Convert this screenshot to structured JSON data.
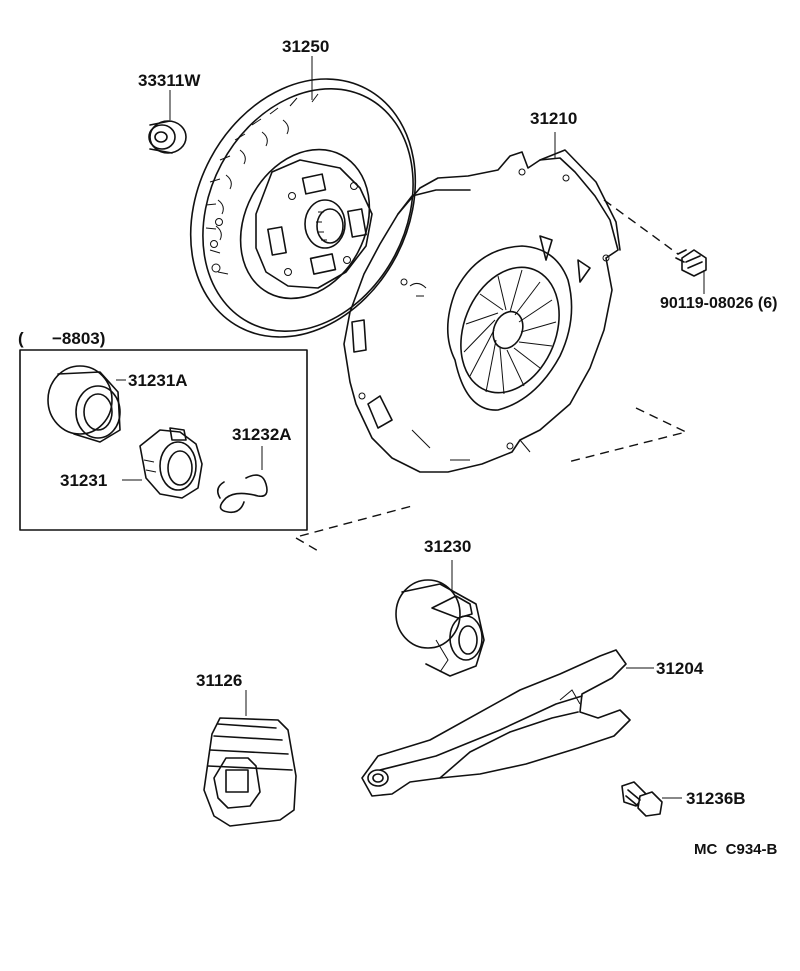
{
  "labels": {
    "pilot_bearing": "33311W",
    "clutch_disc": "31250",
    "clutch_cover": "31210",
    "cover_bolt": "90119-08026 (6)",
    "bracket_range": "(      −8803)",
    "hub_31231A": "31231A",
    "hub_31231": "31231",
    "clip_31232A": "31232A",
    "release_bearing": "31230",
    "release_fork": "31204",
    "fork_boot": "31126",
    "pivot_bolt": "31236B",
    "diagram_code": "MC  C934-B"
  },
  "colors": {
    "ink": "#111111",
    "paper": "#ffffff"
  }
}
